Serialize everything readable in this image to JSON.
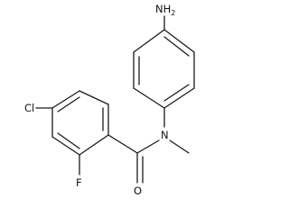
{
  "atoms": {
    "nh2": {
      "label": "NH",
      "sub": "2"
    },
    "n": "N",
    "o": "O",
    "f": "F",
    "cl": "Cl"
  },
  "colors": {
    "bond": "#1a1a1a",
    "text": "#111111",
    "background": "#ffffff"
  }
}
